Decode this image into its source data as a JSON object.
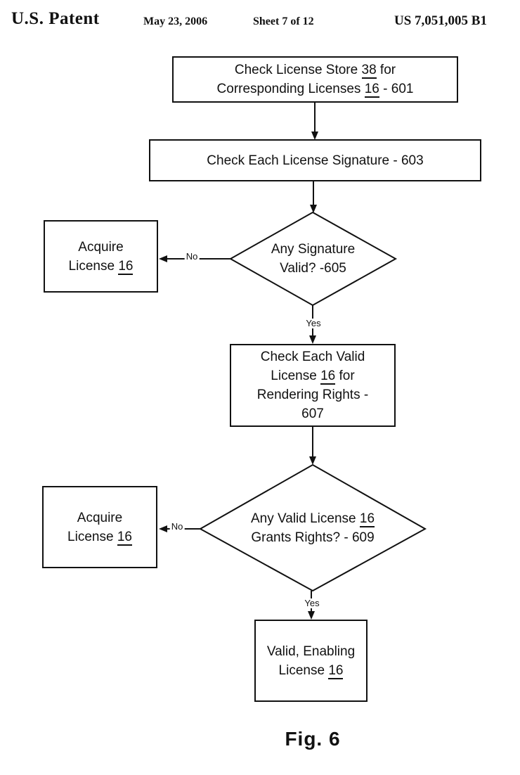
{
  "header": {
    "patent_label": "U.S. Patent",
    "date": "May 23, 2006",
    "sheet": "Sheet 7 of 12",
    "patent_number": "US 7,051,005 B1"
  },
  "flow": {
    "labels": {
      "yes": "Yes",
      "no": "No"
    },
    "n601": {
      "l1a": "Check License Store",
      "l1u": "38",
      "l1b": "for",
      "l2a": "Corresponding Licenses",
      "l2u": "16",
      "l2b": "- 601"
    },
    "n603": {
      "text": "Check Each License Signature - 603"
    },
    "d605": {
      "l1": "Any Signature",
      "l2": "Valid? -605"
    },
    "acq1": {
      "l1": "Acquire",
      "l2a": "License",
      "l2u": "16"
    },
    "n607": {
      "l1": "Check Each Valid",
      "l2a": "License",
      "l2u": "16",
      "l2b": "for",
      "l3": "Rendering Rights -",
      "l4": "607"
    },
    "d609": {
      "l1a": "Any Valid License",
      "l1u": "16",
      "l2": "Grants Rights? - 609"
    },
    "acq2": {
      "l1": "Acquire",
      "l2a": "License",
      "l2u": "16"
    },
    "nfinal": {
      "l1": "Valid, Enabling",
      "l2a": "License",
      "l2u": "16"
    }
  },
  "figure": {
    "caption": "Fig. 6"
  }
}
